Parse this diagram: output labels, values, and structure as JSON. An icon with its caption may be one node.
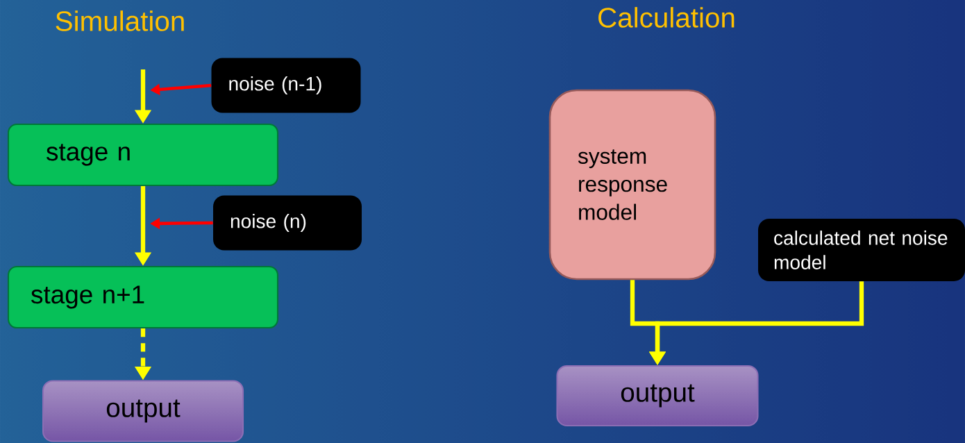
{
  "diagram": {
    "nodes": [
      {
        "text": [
          "noise (n-1)"
        ]
      },
      {
        "text": [
          "stage n"
        ]
      },
      {
        "text": [
          "noise (n)"
        ]
      },
      {
        "text": [
          "stage n+1"
        ]
      },
      {
        "text": [
          "output"
        ]
      },
      {
        "text": [
          "system response model"
        ]
      },
      {
        "text": [
          "calculated net noise model"
        ]
      },
      {
        "text": [
          "output"
        ]
      }
    ],
    "edges": [
      {
        "from": null,
        "to": 1,
        "arrow": "to"
      },
      {
        "from": 0,
        "to": null,
        "arrow": "to",
        "color": "#ff0000"
      },
      {
        "from": 1,
        "to": 3,
        "arrow": "to"
      },
      {
        "from": 2,
        "to": null,
        "arrow": "to",
        "color": "#ff0000"
      },
      {
        "from": 3,
        "to": 4,
        "arrow": "to",
        "style": "dashed"
      },
      {
        "from": 5,
        "to": 7,
        "arrow": "to"
      },
      {
        "from": 6,
        "to": 7,
        "arrow": "to"
      }
    ],
    "labels": [
      "Simulation",
      "Calculation"
    ]
  }
}
